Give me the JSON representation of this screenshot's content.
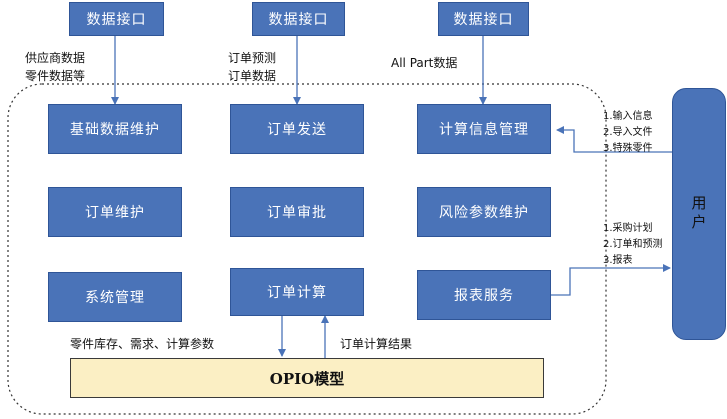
{
  "sources": [
    "数据接口",
    "数据接口",
    "数据接口"
  ],
  "source_labels": {
    "left": [
      "供应商数据",
      "零件数据等"
    ],
    "middle": [
      "订单预测",
      "订单数据"
    ],
    "right": "All Part数据"
  },
  "modules": [
    [
      "基础数据维护",
      "订单发送",
      "计算信息管理"
    ],
    [
      "订单维护",
      "订单审批",
      "风险参数维护"
    ],
    [
      "系统管理",
      "订单计算",
      "报表服务"
    ]
  ],
  "model": "OPIO模型",
  "model_labels": {
    "input": "零件库存、需求、计算参数",
    "output": "订单计算结果"
  },
  "user": "用户",
  "user_inputs": [
    "1.输入信息",
    "2.导入文件",
    "3.特殊零件"
  ],
  "user_outputs": [
    "1.采购计划",
    "2.订单和预测",
    "3.报表"
  ]
}
